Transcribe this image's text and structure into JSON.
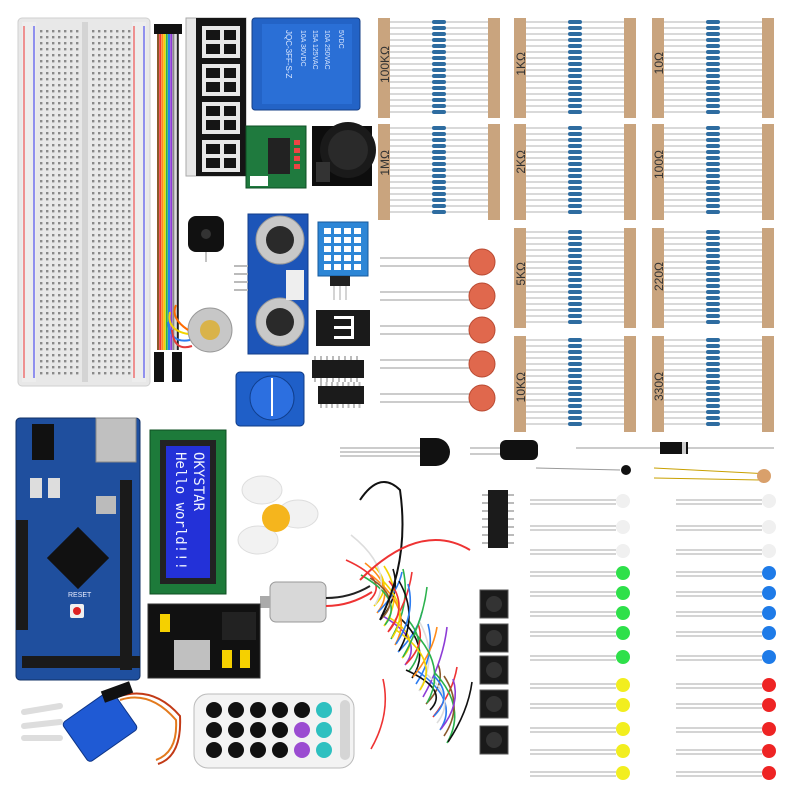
{
  "resistor_labels": [
    "100KΩ",
    "1KΩ",
    "10Ω",
    "1MΩ",
    "2KΩ",
    "100Ω",
    "5KΩ",
    "220Ω",
    "10KΩ",
    "330Ω"
  ],
  "lcd": {
    "line1": "OKYSTAR",
    "line2": "Hello world!!!"
  },
  "relay": {
    "model": "JQC-3FF-S-Z",
    "line1": "10A 250VAC",
    "line2": "15A 125VAC",
    "line3": "10A 30VDC",
    "coil": "5VDC"
  },
  "board_labels": {
    "reset": "RESET"
  },
  "colors": {
    "board_blue": "#1f4f9e",
    "breadboard": "#e6e6e6",
    "resistor_blue": "#2e6ca0",
    "tape": "#c9a47e",
    "lcd_blue": "#2331d8",
    "ceramic": "#e0684d",
    "led_green": "#2ee04a",
    "led_blue": "#1e7be8",
    "led_yellow": "#f2ee1f",
    "led_red": "#ee2424"
  }
}
